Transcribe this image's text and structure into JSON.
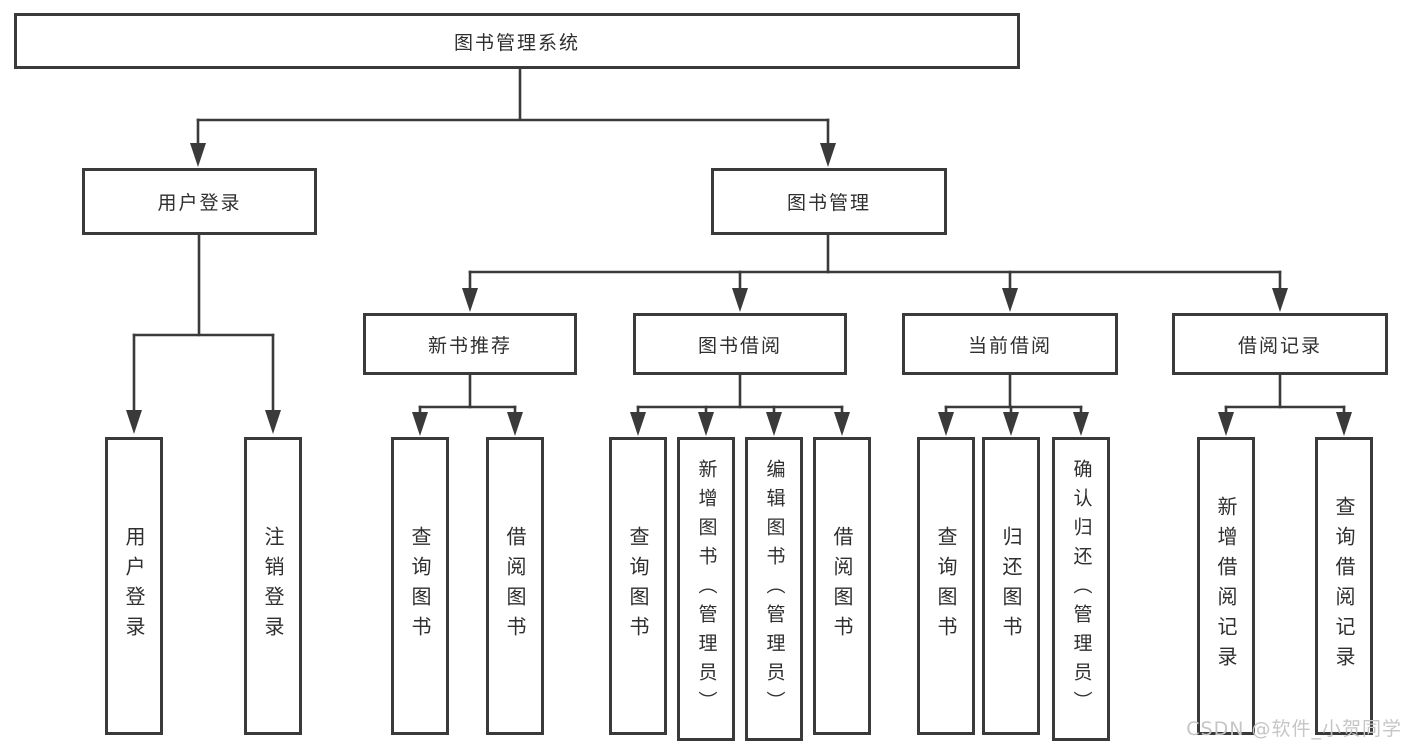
{
  "diagram": {
    "root": "图书管理系统",
    "branches": {
      "user_login": "用户登录",
      "book_mgmt": "图书管理"
    },
    "modules": {
      "new_books": "新书推荐",
      "borrow": "图书借阅",
      "current": "当前借阅",
      "records": "借阅记录"
    },
    "leaves": {
      "user_login": "用户登录",
      "logout": "注销登录",
      "nb_query": "查询图书",
      "nb_borrow": "借阅图书",
      "bb_query": "查询图书",
      "bb_add": "新增图书（管理员）",
      "bb_edit": "编辑图书（管理员）",
      "bb_borrow": "借阅图书",
      "cb_query": "查询图书",
      "cb_return": "归还图书",
      "cb_confirm": "确认归还（管理员）",
      "br_add": "新增借阅记录",
      "br_query": "查询借阅记录"
    }
  },
  "watermark": "CSDN @软件_小贺同学",
  "colors": {
    "line": "#3a3a3a",
    "text": "#2f2f2f",
    "watermark": "#c6c6c6",
    "background": "#ffffff"
  }
}
